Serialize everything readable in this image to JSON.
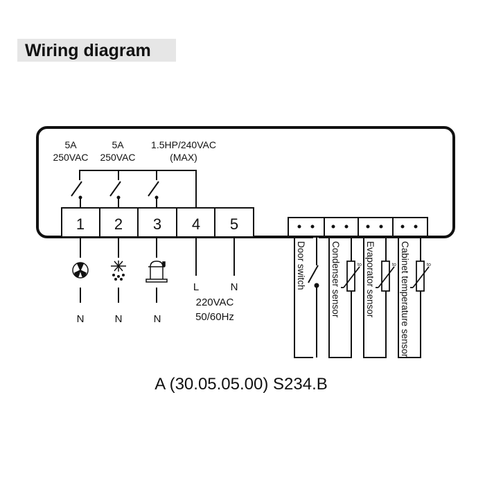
{
  "title": "Wiring diagram",
  "relay_ratings": [
    {
      "current": "5A",
      "voltage": "250VAC"
    },
    {
      "current": "5A",
      "voltage": "250VAC"
    },
    {
      "current": "1.5HP/240VAC",
      "voltage": "(MAX)"
    }
  ],
  "terminals": [
    "1",
    "2",
    "3",
    "4",
    "5"
  ],
  "loads": [
    {
      "icon": "fan-icon",
      "neutral": "N"
    },
    {
      "icon": "defrost-icon",
      "neutral": "N"
    },
    {
      "icon": "compressor-icon",
      "neutral": "N"
    }
  ],
  "power": {
    "line": "L",
    "neutral": "N",
    "voltage": "220VAC",
    "frequency": "50/60Hz"
  },
  "sensors": [
    "Door switch",
    "Condenser sensor",
    "Evaporator sensor",
    "Cabinet temperature sensor"
  ],
  "thermistor_label": "to",
  "model": "A (30.05.05.00) S234.B",
  "colors": {
    "title_bg": "#e6e6e6",
    "line": "#111111"
  }
}
